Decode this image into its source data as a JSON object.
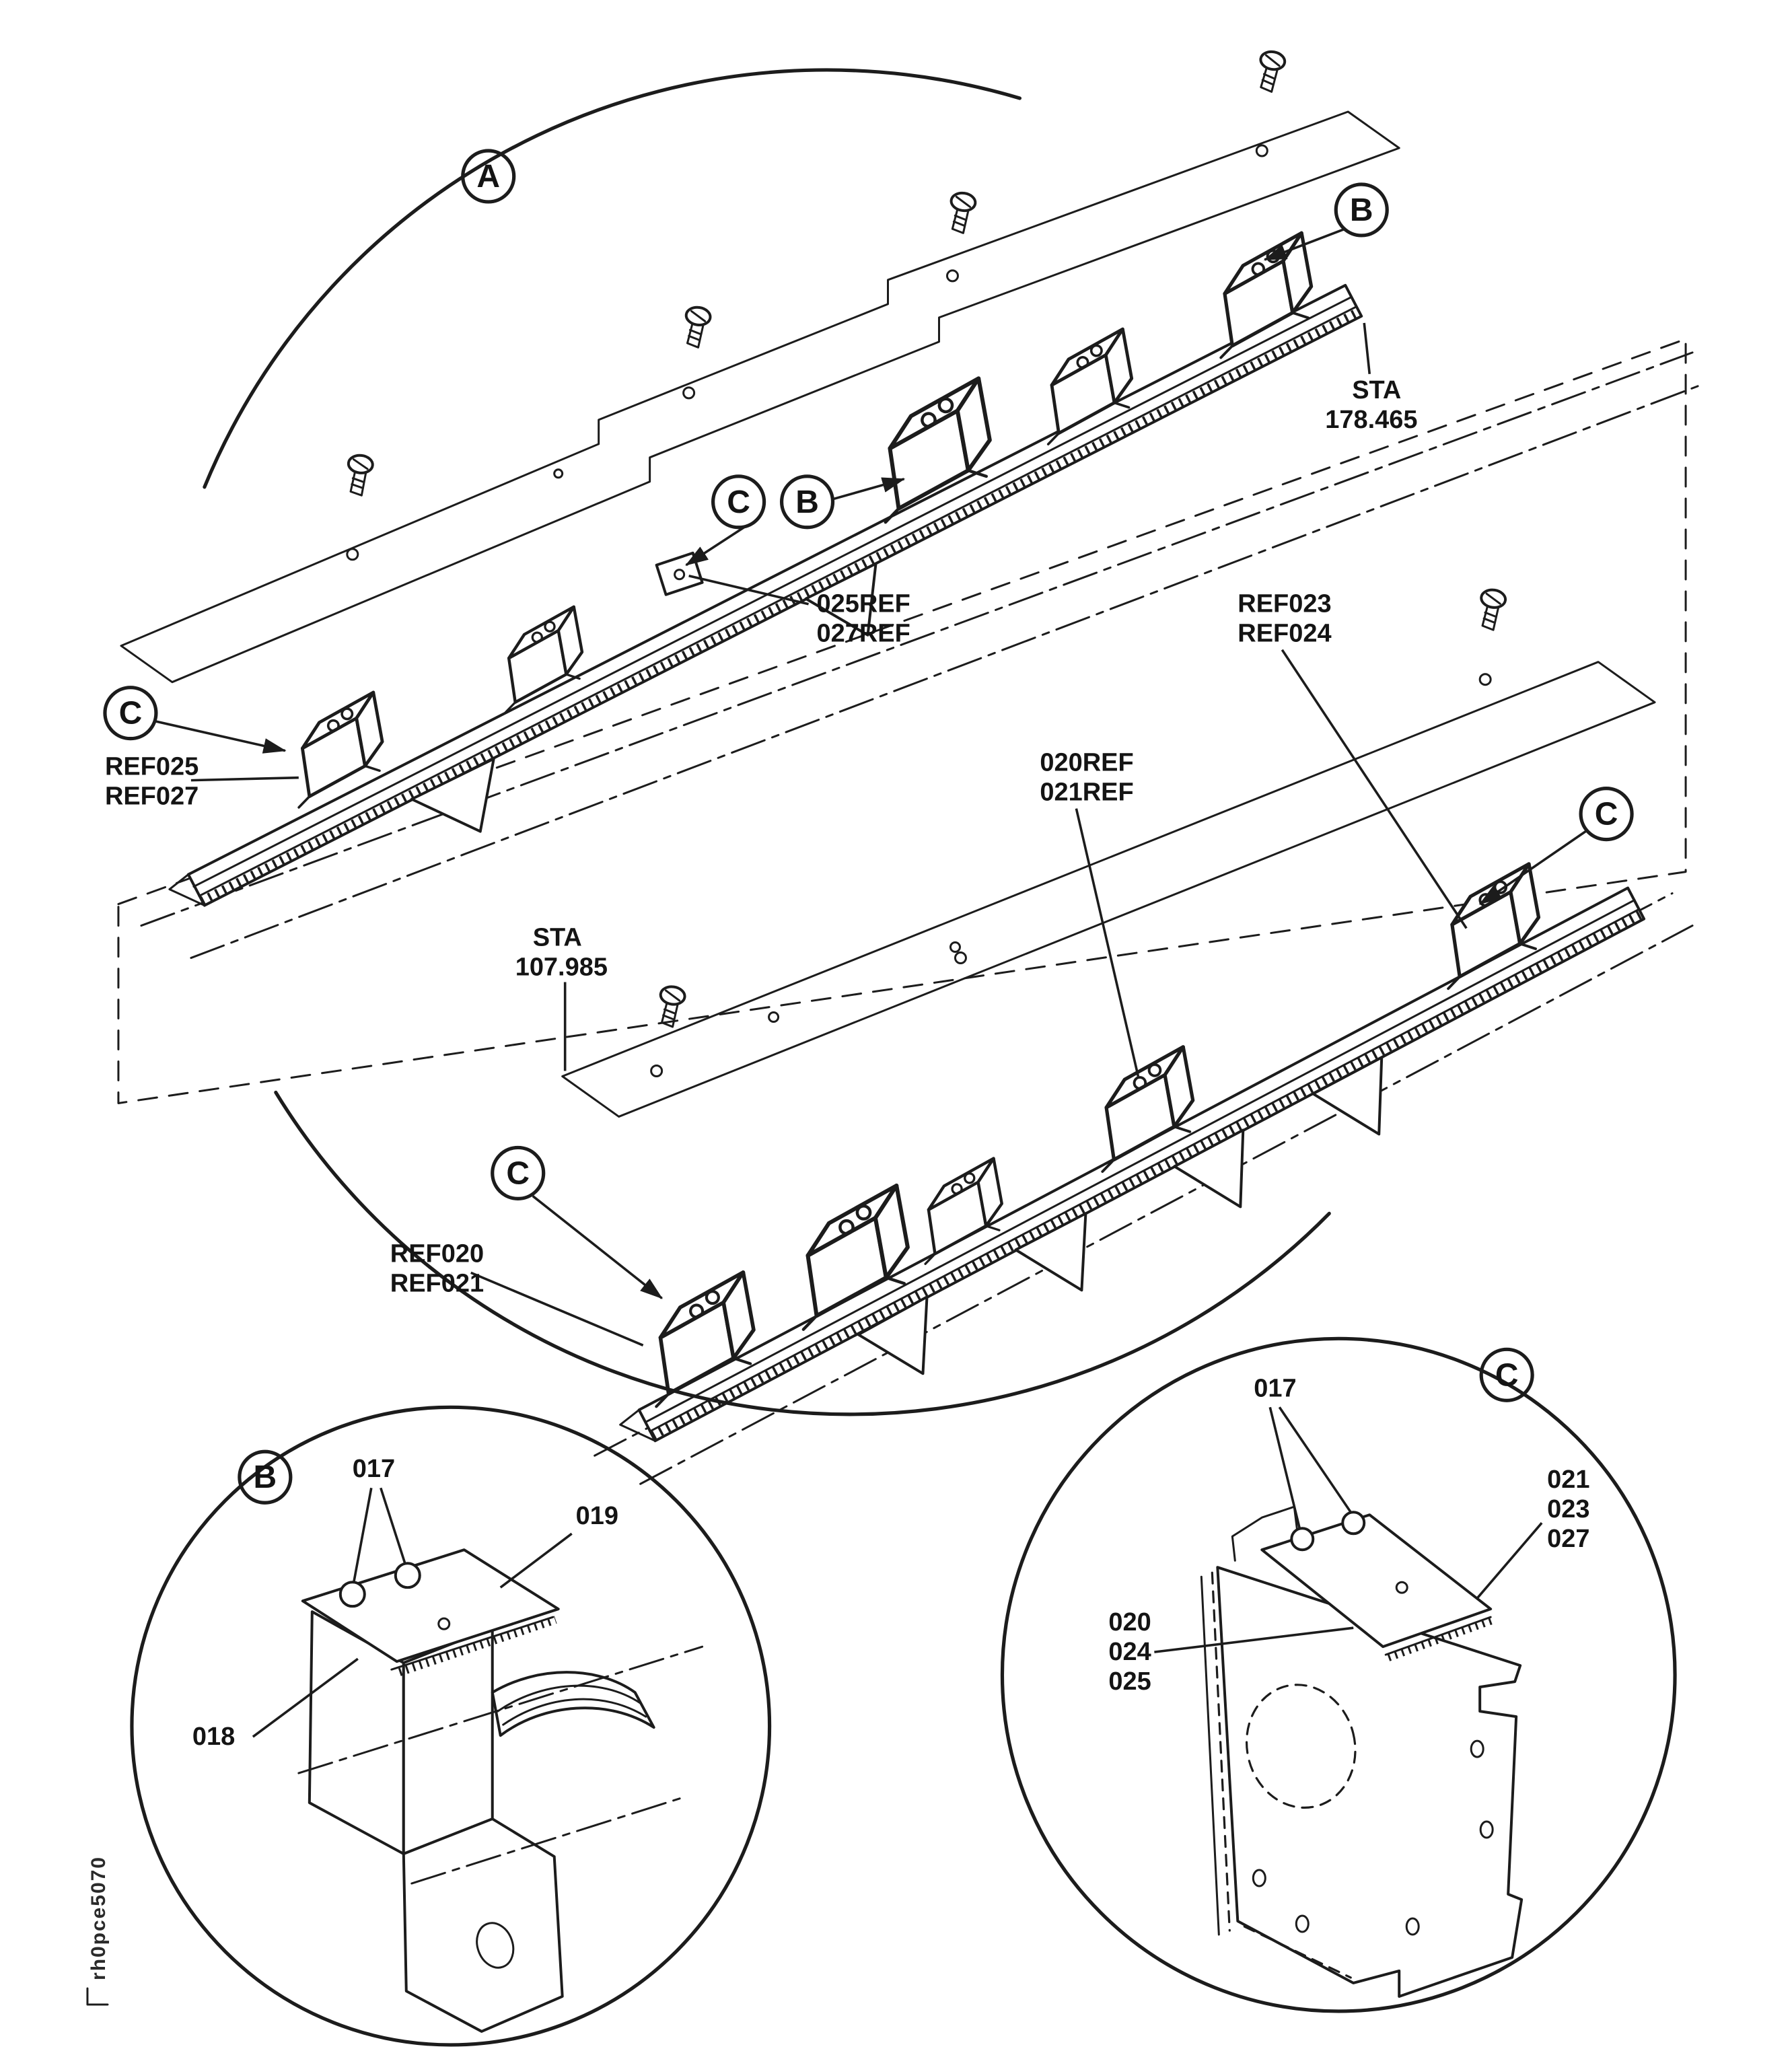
{
  "figure": {
    "watermark": "rh0pce5070",
    "ink_color": "#1c1c1c",
    "paper_color": "#ffffff"
  },
  "callouts": {
    "a": "A",
    "b": "B",
    "c": "C"
  },
  "labels": {
    "sta_178": {
      "l1": "STA",
      "l2": "178.465"
    },
    "ref_025ref_027ref": {
      "l1": "025REF",
      "l2": "027REF"
    },
    "ref023_ref024": {
      "l1": "REF023",
      "l2": "REF024"
    },
    "ref_020ref_021ref": {
      "l1": "020REF",
      "l2": "021REF"
    },
    "ref025_ref027": {
      "l1": "REF025",
      "l2": "REF027"
    },
    "sta_107": {
      "l1": "STA",
      "l2": "107.985"
    },
    "ref020_ref021": {
      "l1": "REF020",
      "l2": "REF021"
    },
    "detail_b": {
      "p017": "017",
      "p018": "018",
      "p019": "019"
    },
    "detail_c": {
      "p017": "017",
      "right_stack": {
        "l1": "021",
        "l2": "023",
        "l3": "027"
      },
      "left_stack": {
        "l1": "020",
        "l2": "024",
        "l3": "025"
      }
    }
  }
}
